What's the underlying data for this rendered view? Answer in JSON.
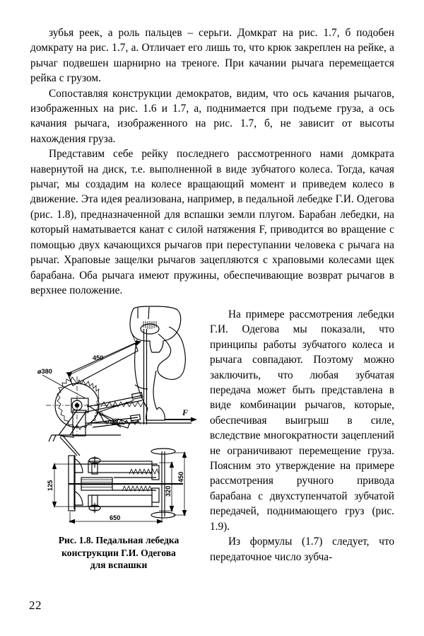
{
  "document": {
    "page_number": "22",
    "language": "ru"
  },
  "body": {
    "paragraphs": [
      "зубья реек, а роль пальцев – серьги. Домкрат на рис. 1.7, б подобен домкрату на рис. 1.7, а. Отличает его лишь то, что крюк закреплен на рейке, а рычаг подвешен шарнирно на треноге. При качании рычага перемещается рейка с грузом.",
      "Сопоставляя конструкции демократов, видим, что ось качания рычагов, изображенных на рис. 1.6 и 1.7, а, поднимается при подъеме груза, а ось качания рычага, изображенного на рис. 1.7, б, не зависит от высоты нахождения груза.",
      "Представим себе рейку последнего рассмотренного нами домкрата навернутой на диск, т.е. выполненной в виде зубчатого колеса. Тогда, качая рычаг, мы создадим на колесе вращающий момент и приведем колесо в движение. Эта идея реализована, например, в педальной лебедке Г.И. Одегова (рис. 1.8), предназначенной для вспашки земли плугом. Барабан лебедки, на который наматывается канат с силой натяжения F, приводится во вращение с помощью двух качающихся рычагов при переступании человека с рычага на рычаг. Храповые защелки рычагов зацепляются с храповыми колесами щек барабана. Оба рычага имеют пружины, обеспечивающие возврат рычагов в верхнее положение."
    ]
  },
  "column_right": {
    "paragraphs": [
      "На примере рассмотрения лебедки Г.И. Одегова мы показали, что принципы работы зубчатого колеса и рычага совпадают. Поэтому можно заключить, что любая зубчатая передача может быть представлена в виде комбинации рычагов, которые, обеспечивая выигрыш в силе, вследствие многократности зацеплений не ограничивают перемещение груза. Поясним это утверждение на примере рассмотрения ручного привода барабана с двухступенчатой зубчатой передачей, поднимающего груз (рис. 1.9).",
      "Из формулы (1.7) следует, что передаточное число зубча-"
    ]
  },
  "figure": {
    "caption_line1": "Рис. 1.8. Педальная лебедка",
    "caption_line2": "конструкции Г.И. Одегова",
    "caption_line3": "для вспашки",
    "dimensions": {
      "lever_length": "450",
      "wheel_diameter": "⌀380",
      "height_125": "125",
      "height_450": "450",
      "height_320": "320",
      "length_650": "650"
    },
    "force_label": "F"
  },
  "colors": {
    "ink": "#000000",
    "paper": "#ffffff"
  }
}
